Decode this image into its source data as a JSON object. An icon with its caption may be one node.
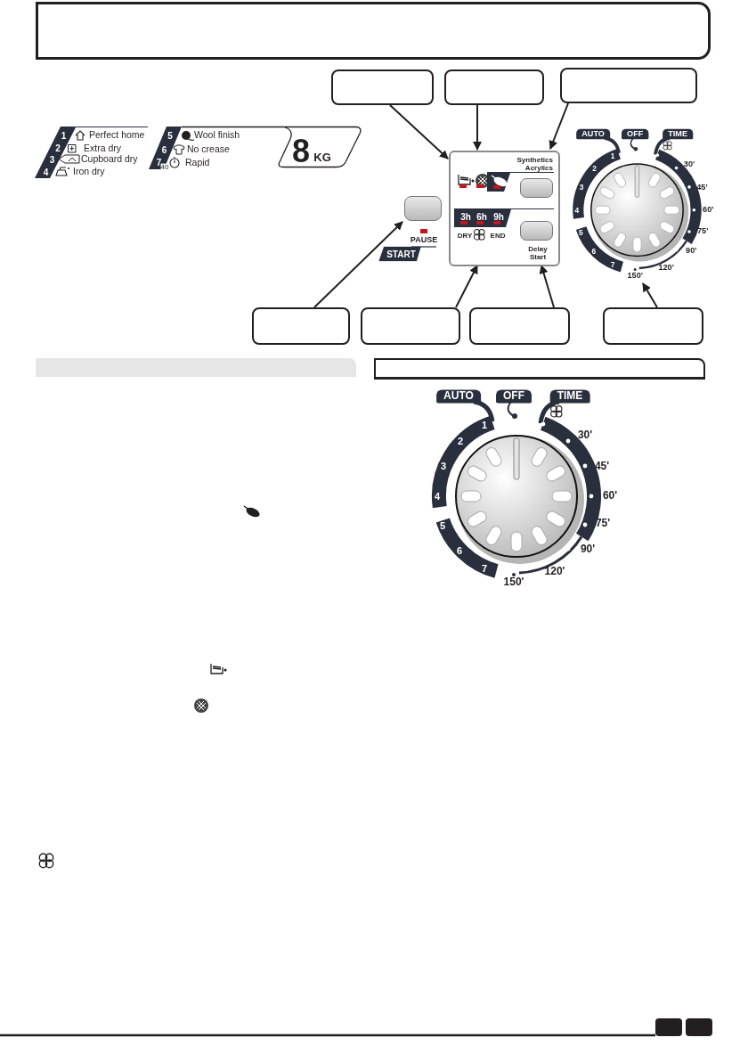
{
  "diagram": {
    "nodes": [
      {
        "text": [],
        "shape": "bar"
      },
      {
        "text": [],
        "shape": "box"
      },
      {
        "text": [],
        "shape": "box"
      },
      {
        "text": [],
        "shape": "box"
      },
      {
        "text": [],
        "shape": "box"
      },
      {
        "text": [
          "Synthetics Acrylics",
          "3h",
          "6h",
          "9h",
          "DRY",
          "END",
          "Delay Start"
        ]
      },
      {
        "text": [
          "AUTO",
          "OFF",
          "TIME",
          "1",
          "2",
          "3",
          "4",
          "5",
          "6",
          "7",
          "30'",
          "45'",
          "60'",
          "75'",
          "90'",
          "120'",
          "150'"
        ]
      },
      {
        "text": [],
        "shape": "box"
      },
      {
        "text": [],
        "shape": "box"
      },
      {
        "text": [],
        "shape": "box"
      },
      {
        "text": [],
        "shape": "box"
      },
      {
        "text": [],
        "shape": "bar"
      },
      {
        "text": [],
        "shape": "bar"
      }
    ],
    "edges": [
      {
        "from": 1,
        "to": 5,
        "arrow": "to"
      },
      {
        "from": 2,
        "to": 5,
        "arrow": "to"
      },
      {
        "from": 3,
        "to": 5,
        "arrow": "to"
      },
      {
        "from": 7,
        "to": 4,
        "arrow": "to"
      },
      {
        "from": 8,
        "to": 5,
        "arrow": "to"
      },
      {
        "from": 9,
        "to": 5,
        "arrow": "to"
      },
      {
        "from": 10,
        "to": 6,
        "arrow": "to"
      }
    ],
    "labels": [
      "1",
      "Perfect home",
      "2",
      "Extra dry",
      "3",
      "Cupboard dry",
      "4",
      "Iron dry",
      "5",
      "Wool finish",
      "6",
      "No crease",
      "7",
      "40",
      "Rapid",
      "8",
      "KG",
      "PAUSE",
      "START",
      "AUTO",
      "OFF",
      "TIME",
      "1",
      "2",
      "3",
      "4",
      "5",
      "6",
      "7",
      "30'",
      "45'",
      "60'",
      "75'",
      "90'",
      "120'",
      "150'"
    ]
  }
}
